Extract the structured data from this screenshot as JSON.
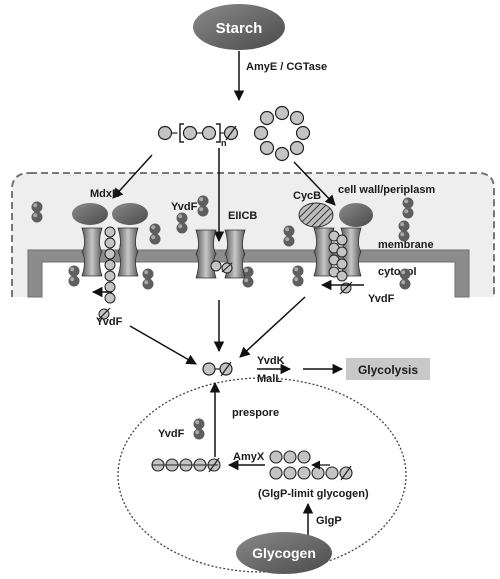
{
  "nodes": {
    "starch": "Starch",
    "glycogen": "Glycogen",
    "glycolysis": "Glycolysis"
  },
  "enzymes": {
    "amye_cgtase": "AmyE / CGTase",
    "mdxe": "MdxE",
    "yvdf_top": "YvdF",
    "eiicb": "EIICB",
    "cycb": "CycB",
    "yvdf_left": "YvdF",
    "yvdf_right": "YvdF",
    "yvdk": "YvdK",
    "mall": "MalL",
    "yvdf_prespore": "YvdF",
    "amyx": "AmyX",
    "glgp": "GlgP"
  },
  "regions": {
    "cell_wall": "cell wall/periplasm",
    "membrane": "membrane",
    "cytosol": "cytosol",
    "prespore": "prespore",
    "glgp_limit": "(GlgP-limit glycogen)"
  },
  "misc": {
    "subscript_n": "n"
  },
  "colors": {
    "starch_fill": "#6b6b6b",
    "periplasm_fill": "#eeeeee",
    "membrane_fill": "#8c8c8c",
    "glycolysis_fill": "#c8c8c8",
    "glucose_fill": "#c4c4c4"
  }
}
